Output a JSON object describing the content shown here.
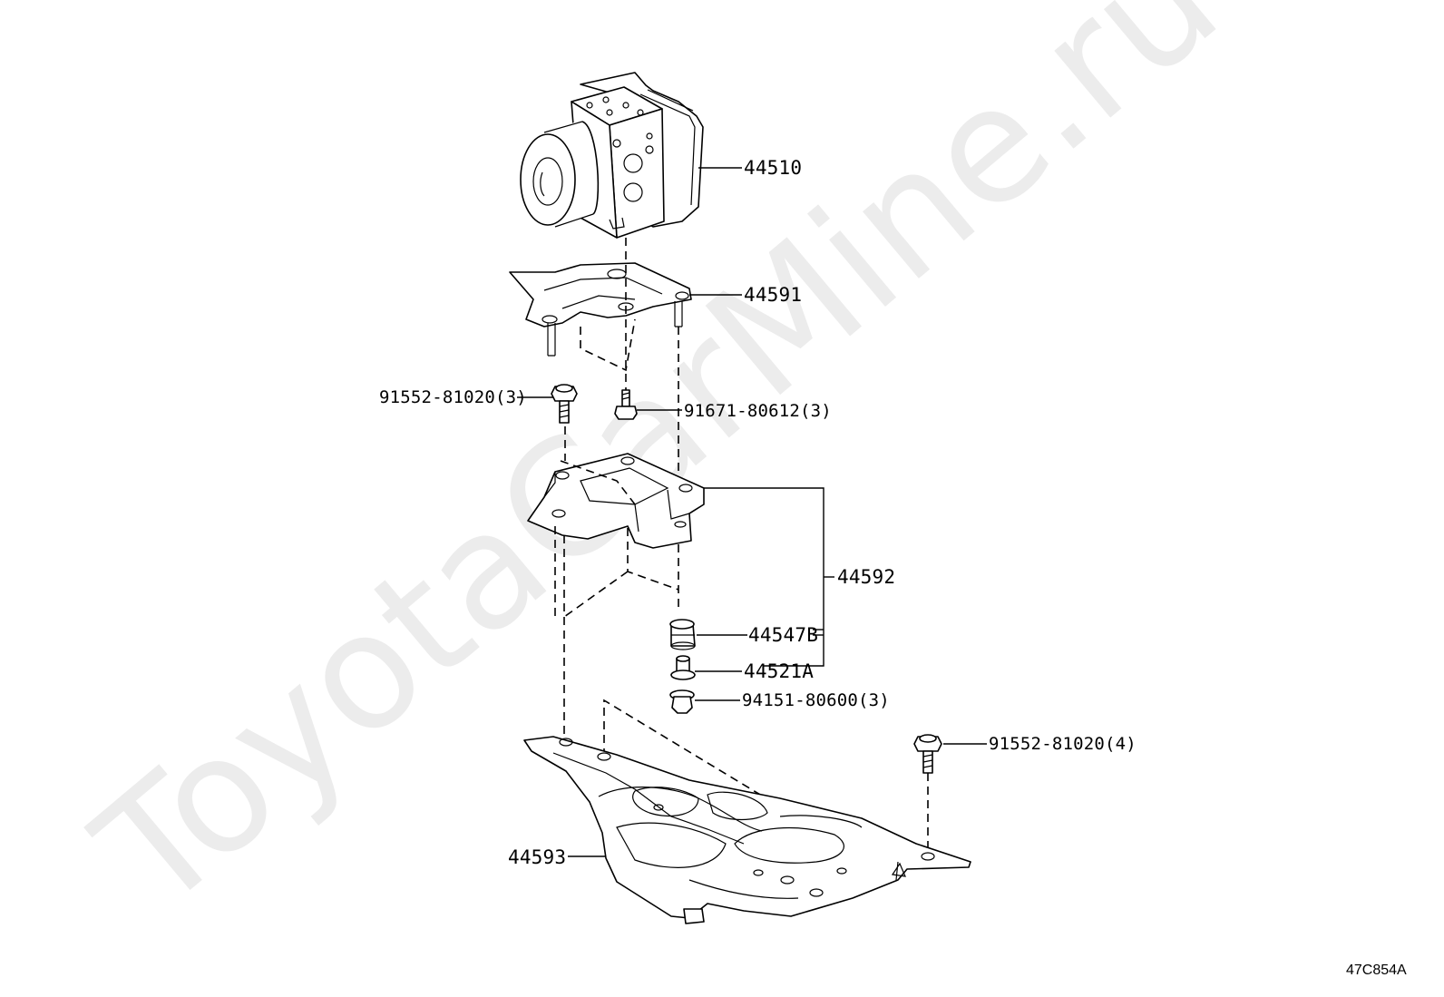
{
  "watermark": "ToyotaCarMine.ru",
  "diagram_code": "47C854A",
  "callouts": {
    "actuator": "44510",
    "upper_bracket": "44591",
    "bolt_upper": "91552-81020(3)",
    "bolt_small": "91671-80612(3)",
    "bracket_assy": "44592",
    "cushion": "44547B",
    "collar": "44521A",
    "nut": "94151-80600(3)",
    "bolt_lower": "91552-81020(4)",
    "lower_bracket": "44593"
  }
}
